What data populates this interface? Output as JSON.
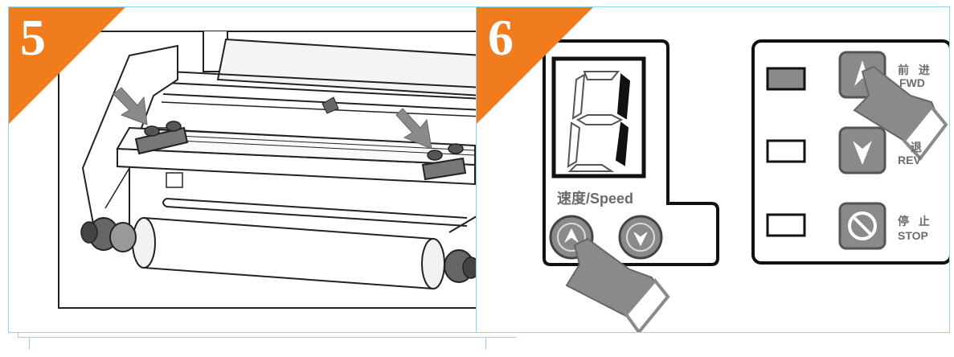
{
  "steps": [
    {
      "number": "5"
    },
    {
      "number": "6"
    }
  ],
  "panel6": {
    "speed_label": "速度/Speed",
    "fwd_zh": "前 进",
    "fwd_en": "FWD",
    "rev_zh": "退",
    "rev_en": "REV",
    "stop_zh": "停 止",
    "stop_en": "STOP"
  },
  "colors": {
    "accent_orange": "#f07c1e",
    "panel_border": "#8fd3ee",
    "button_gray": "#8a8a8a",
    "hand_gray": "#8a8a8a"
  }
}
